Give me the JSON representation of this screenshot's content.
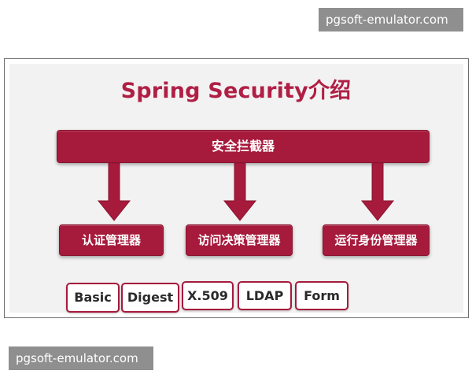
{
  "watermarks": {
    "top": "pgsoft-emulator.com",
    "bottom": "pgsoft-emulator.com"
  },
  "slide": {
    "title": "Spring Security介绍",
    "interceptor": "安全拦截器",
    "managers": [
      "认证管理器",
      "访问决策管理器",
      "运行身份管理器"
    ],
    "auth_methods": [
      "Basic",
      "Digest",
      "X.509",
      "LDAP",
      "Form"
    ]
  },
  "colors": {
    "accent": "#a61a3c",
    "title": "#b01e44",
    "slide_bg": "#f2f2f2",
    "watermark_bg": "#8f8f8f"
  }
}
